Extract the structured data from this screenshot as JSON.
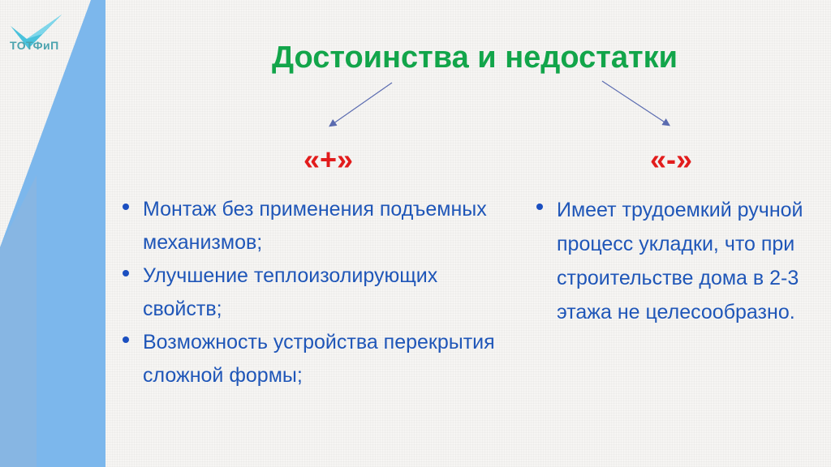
{
  "logo": {
    "text": "ТОТФиП",
    "icon": "checkmark-icon",
    "color": "#4ba3ae"
  },
  "title": "Достоинства и недостатки",
  "colors": {
    "title": "#12a54a",
    "signs": "#e21c1c",
    "bullets_text": "#1f56b8",
    "deco_blue_light": "#86b9e6",
    "deco_blue": "#7cb7ec",
    "arrow": "#5a6bb0"
  },
  "pros": {
    "sign": "«+»",
    "items": [
      "Монтаж без применения подъемных механизмов;",
      "Улучшение теплоизолирующих свойств;",
      "Возможность устройства перекрытия сложной формы;"
    ]
  },
  "cons": {
    "sign": "«-»",
    "items": [
      "Имеет трудоемкий ручной процесс укладки, что при строительстве дома в 2-3 этажа не целесообразно."
    ]
  }
}
